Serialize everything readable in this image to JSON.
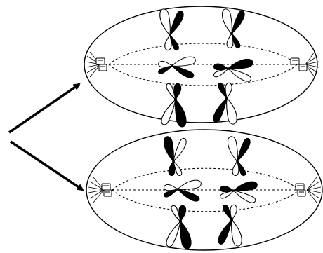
{
  "figure": {
    "colors": {
      "ink": "#000000",
      "paper": "#ffffff"
    },
    "cells": [
      {
        "name": "upper-cell",
        "chromosomes": [
          {
            "name": "chromosome-upper-left-1",
            "pattern": "white-black"
          },
          {
            "name": "chromosome-upper-right-1",
            "pattern": "white-black"
          },
          {
            "name": "chromosome-upper-left-2",
            "pattern": "white-black"
          },
          {
            "name": "chromosome-upper-right-2",
            "pattern": "black-white"
          },
          {
            "name": "chromosome-upper-left-3",
            "pattern": "black-white"
          },
          {
            "name": "chromosome-upper-right-3",
            "pattern": "white-black"
          }
        ]
      },
      {
        "name": "lower-cell",
        "chromosomes": [
          {
            "name": "chromosome-lower-left-1",
            "pattern": "black-white"
          },
          {
            "name": "chromosome-lower-right-1",
            "pattern": "white-black"
          },
          {
            "name": "chromosome-lower-left-2",
            "pattern": "white-black"
          },
          {
            "name": "chromosome-lower-right-2",
            "pattern": "black-white"
          },
          {
            "name": "chromosome-lower-left-3",
            "pattern": "black-white"
          },
          {
            "name": "chromosome-lower-right-3",
            "pattern": "white-black"
          }
        ]
      }
    ],
    "arrows": [
      {
        "name": "arrow-to-upper-cell"
      },
      {
        "name": "arrow-to-lower-cell"
      }
    ]
  }
}
